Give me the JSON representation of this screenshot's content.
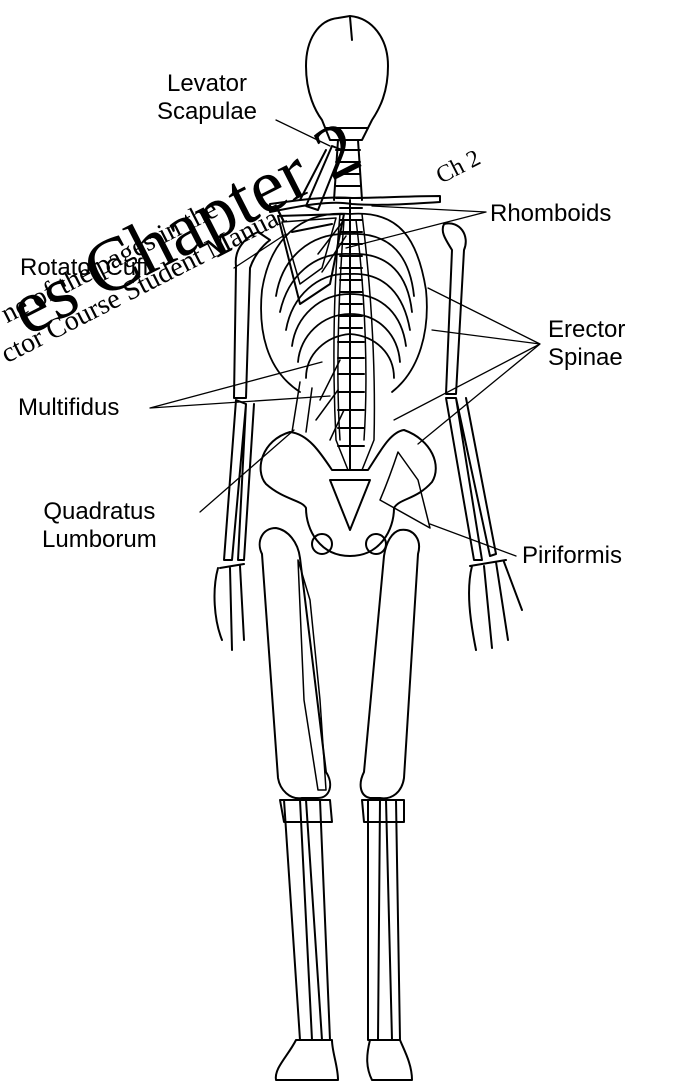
{
  "labels": {
    "levator": [
      "Levator",
      "Scapulae"
    ],
    "rhomboids": "Rhomboids",
    "rotator_cuff": "Rotator Cuff",
    "erector": [
      "Erector",
      "Spinae"
    ],
    "multifidus": "Multifidus",
    "quadratus": [
      "Quadratus",
      "Lumborum"
    ],
    "piriformis": "Piriformis"
  },
  "watermark": {
    "big": "es Chapter 2",
    "line2": "ne of the pages in the",
    "ch": "Ch 2",
    "line3": "ctor Course Student Manual"
  }
}
